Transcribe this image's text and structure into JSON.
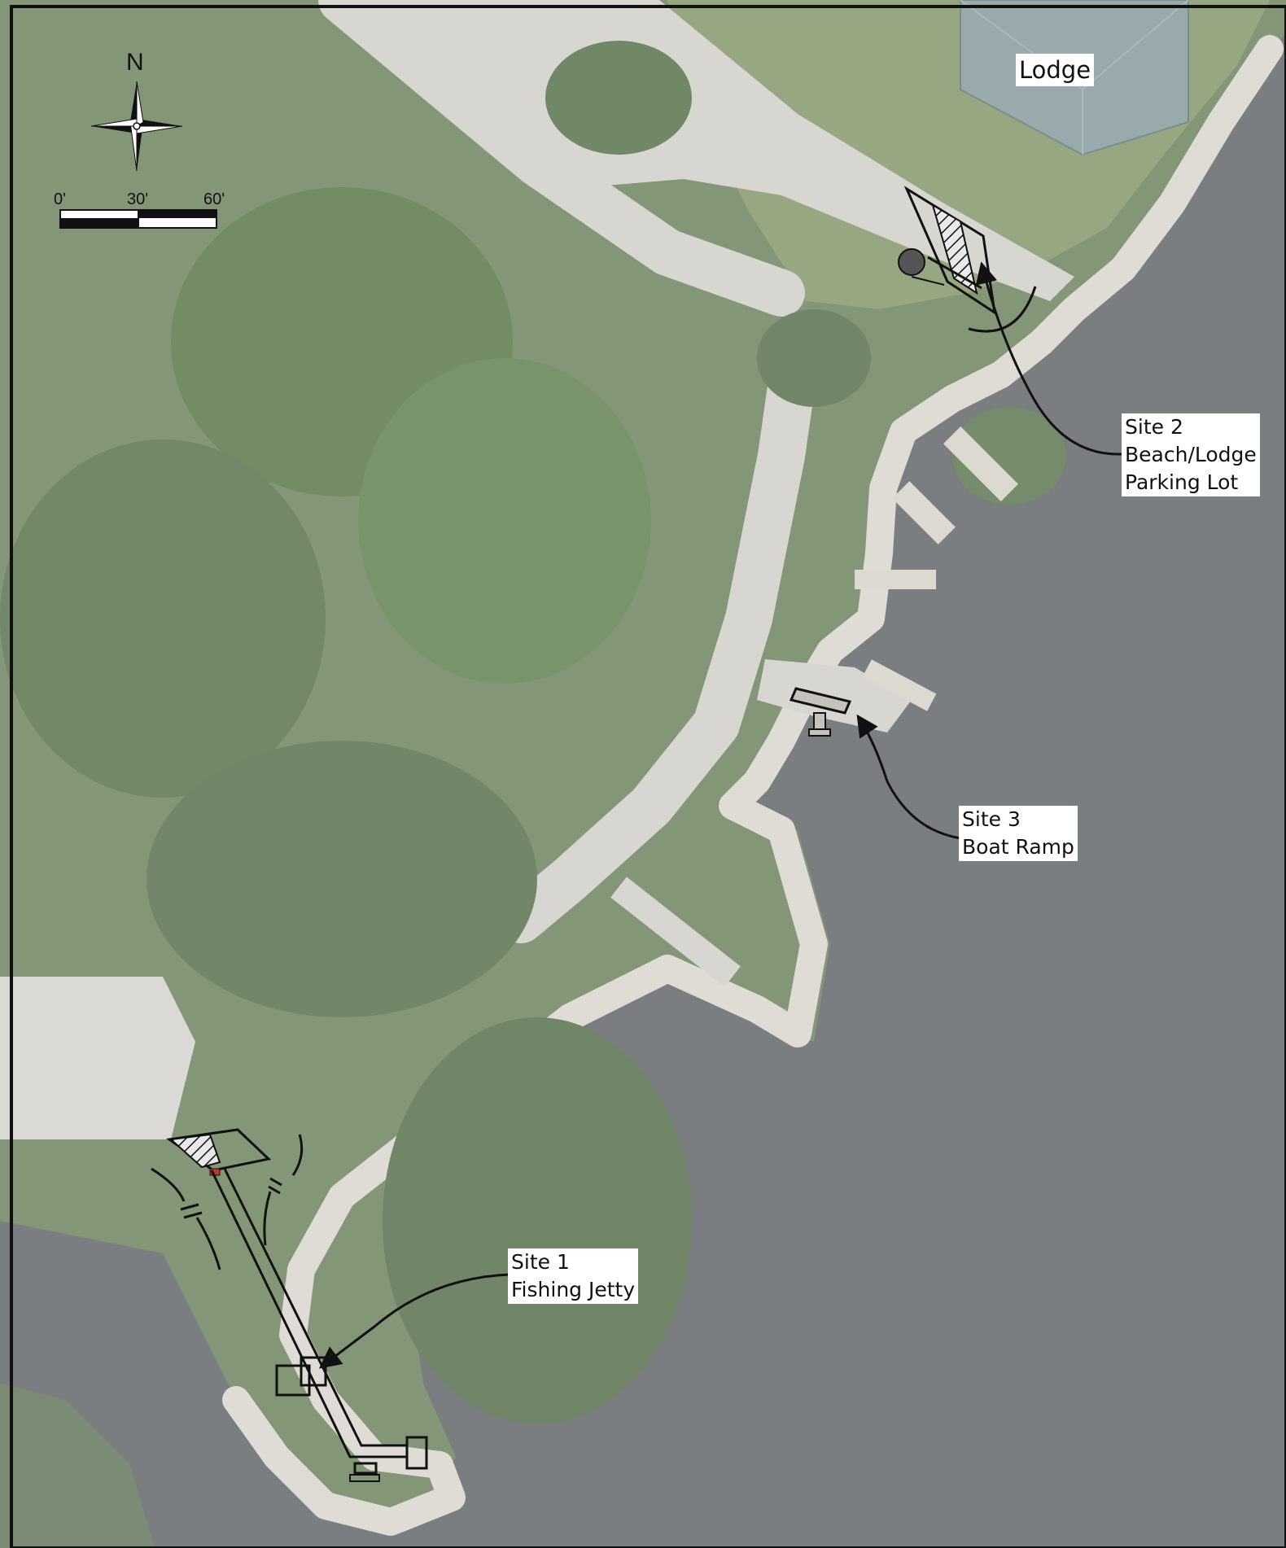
{
  "map": {
    "labels": {
      "lodge": "Lodge",
      "site1": {
        "line1": "Site 1",
        "line2": "Fishing Jetty"
      },
      "site2": {
        "line1": "Site 2",
        "line2": "Beach/Lodge",
        "line3": "Parking Lot"
      },
      "site3": {
        "line1": "Site 3",
        "line2": "Boat Ramp"
      }
    },
    "compass": {
      "north_label": "N"
    },
    "scale_bar": {
      "ticks": [
        "0'",
        "30'",
        "60'"
      ]
    },
    "colors": {
      "water": "#5b5e62",
      "vegetation": "#5f7850",
      "riprap": "#d9d6cf",
      "pavement": "#cfcdc7",
      "roof": "#7f9598"
    }
  }
}
